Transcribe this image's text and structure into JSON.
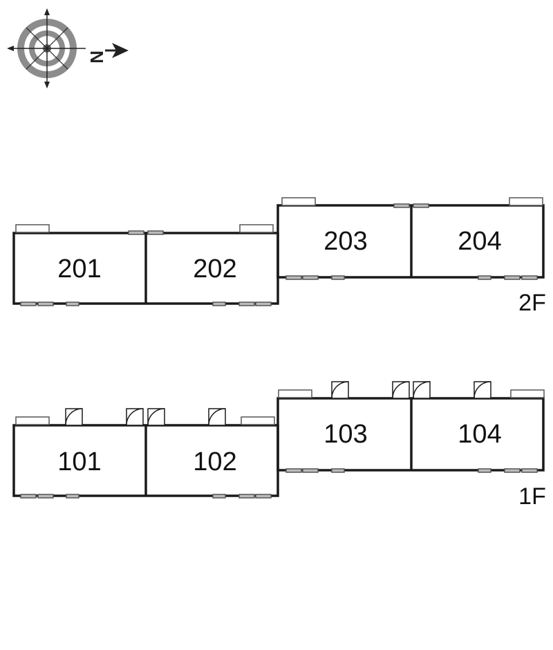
{
  "compass": {
    "icon": "compass-icon",
    "north_label": "N",
    "direction": "east"
  },
  "floors": [
    {
      "label": "2F",
      "rooms": [
        "201",
        "202",
        "203",
        "204"
      ]
    },
    {
      "label": "1F",
      "rooms": [
        "101",
        "102",
        "103",
        "104"
      ]
    }
  ],
  "colors": {
    "wall": "#1a1a1a",
    "window": "#9a9a9a",
    "compass_ring": "#8c8c8c"
  }
}
